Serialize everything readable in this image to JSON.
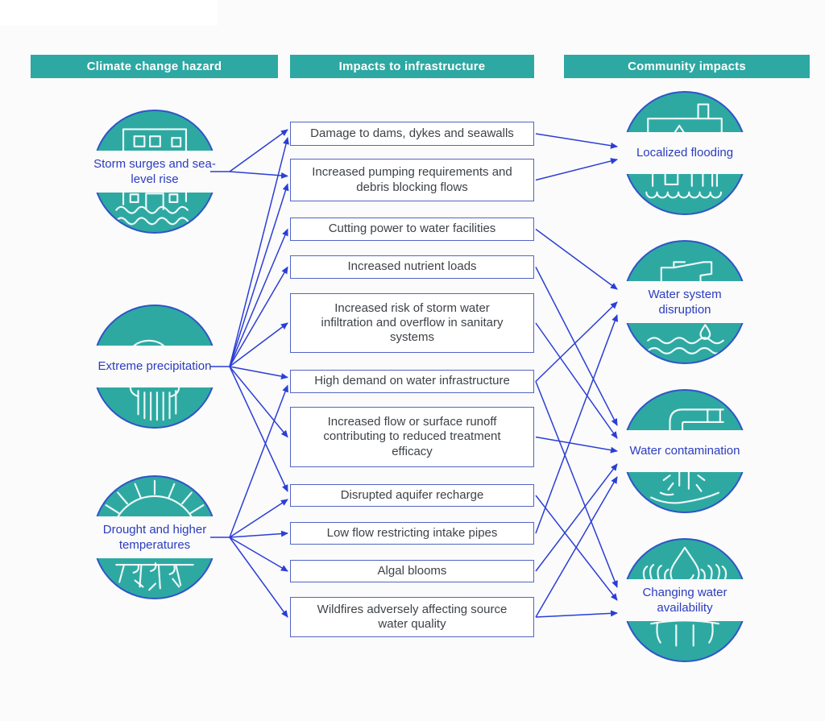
{
  "colors": {
    "teal": "#2DA8A2",
    "circle_border": "#2F55C8",
    "arrow": "#2B3ED6",
    "box_border": "#5265C5",
    "circle_label_blue": "#2B3CC0",
    "box_text": "#3E4247",
    "header_text": "#FFFFFF"
  },
  "headers": [
    {
      "label": "Climate change hazard"
    },
    {
      "label": "Impacts to infrastructure"
    },
    {
      "label": "Community impacts"
    }
  ],
  "hazards": [
    {
      "id": "storm-surges",
      "label": "Storm surges and sea-level rise",
      "icon": "flooded-building-icon"
    },
    {
      "id": "extreme-precipitation",
      "label": "Extreme precipitation",
      "icon": "rain-cloud-icon"
    },
    {
      "id": "drought",
      "label": "Drought and higher temperatures",
      "icon": "sun-cracked-earth-icon"
    }
  ],
  "infrastructure_impacts": [
    {
      "id": "damage-dams",
      "label": "Damage to dams, dykes and seawalls"
    },
    {
      "id": "increased-pumping",
      "label": "Increased pumping requirements and debris blocking flows"
    },
    {
      "id": "cutting-power",
      "label": "Cutting power to water facilities"
    },
    {
      "id": "nutrient-loads",
      "label": "Increased nutrient loads"
    },
    {
      "id": "storm-water-infiltration",
      "label": "Increased risk of storm water infiltration and overflow in sanitary systems"
    },
    {
      "id": "high-demand",
      "label": "High demand on water infrastructure"
    },
    {
      "id": "increased-flow",
      "label": "Increased flow or surface runoff contributing to reduced treatment efficacy"
    },
    {
      "id": "disrupted-aquifer",
      "label": "Disrupted aquifer recharge"
    },
    {
      "id": "low-flow",
      "label": "Low flow restricting intake pipes"
    },
    {
      "id": "algal-blooms",
      "label": "Algal blooms"
    },
    {
      "id": "wildfires",
      "label": "Wildfires adversely affecting source water quality"
    }
  ],
  "community_impacts": [
    {
      "id": "localized-flooding",
      "label": "Localized flooding",
      "icon": "flooded-house-icon"
    },
    {
      "id": "water-system-disruption",
      "label": "Water system disruption",
      "icon": "tap-icon"
    },
    {
      "id": "water-contamination",
      "label": "Water contamination",
      "icon": "leaking-pipe-icon"
    },
    {
      "id": "changing-water-availability",
      "label": "Changing water availability",
      "icon": "hands-water-drop-icon"
    }
  ],
  "edges": {
    "hazard_to_infrastructure": [
      [
        "storm-surges",
        "damage-dams"
      ],
      [
        "storm-surges",
        "increased-pumping"
      ],
      [
        "extreme-precipitation",
        "damage-dams"
      ],
      [
        "extreme-precipitation",
        "increased-pumping"
      ],
      [
        "extreme-precipitation",
        "cutting-power"
      ],
      [
        "extreme-precipitation",
        "nutrient-loads"
      ],
      [
        "extreme-precipitation",
        "storm-water-infiltration"
      ],
      [
        "extreme-precipitation",
        "high-demand"
      ],
      [
        "extreme-precipitation",
        "increased-flow"
      ],
      [
        "extreme-precipitation",
        "disrupted-aquifer"
      ],
      [
        "drought",
        "high-demand"
      ],
      [
        "drought",
        "disrupted-aquifer"
      ],
      [
        "drought",
        "low-flow"
      ],
      [
        "drought",
        "algal-blooms"
      ],
      [
        "drought",
        "wildfires"
      ]
    ],
    "infrastructure_to_community": [
      [
        "damage-dams",
        "localized-flooding"
      ],
      [
        "increased-pumping",
        "localized-flooding"
      ],
      [
        "cutting-power",
        "water-system-disruption"
      ],
      [
        "high-demand",
        "water-system-disruption"
      ],
      [
        "low-flow",
        "water-system-disruption"
      ],
      [
        "nutrient-loads",
        "water-contamination"
      ],
      [
        "storm-water-infiltration",
        "water-contamination"
      ],
      [
        "increased-flow",
        "water-contamination"
      ],
      [
        "algal-blooms",
        "water-contamination"
      ],
      [
        "wildfires",
        "water-contamination"
      ],
      [
        "high-demand",
        "changing-water-availability"
      ],
      [
        "disrupted-aquifer",
        "changing-water-availability"
      ],
      [
        "wildfires",
        "changing-water-availability"
      ]
    ]
  }
}
